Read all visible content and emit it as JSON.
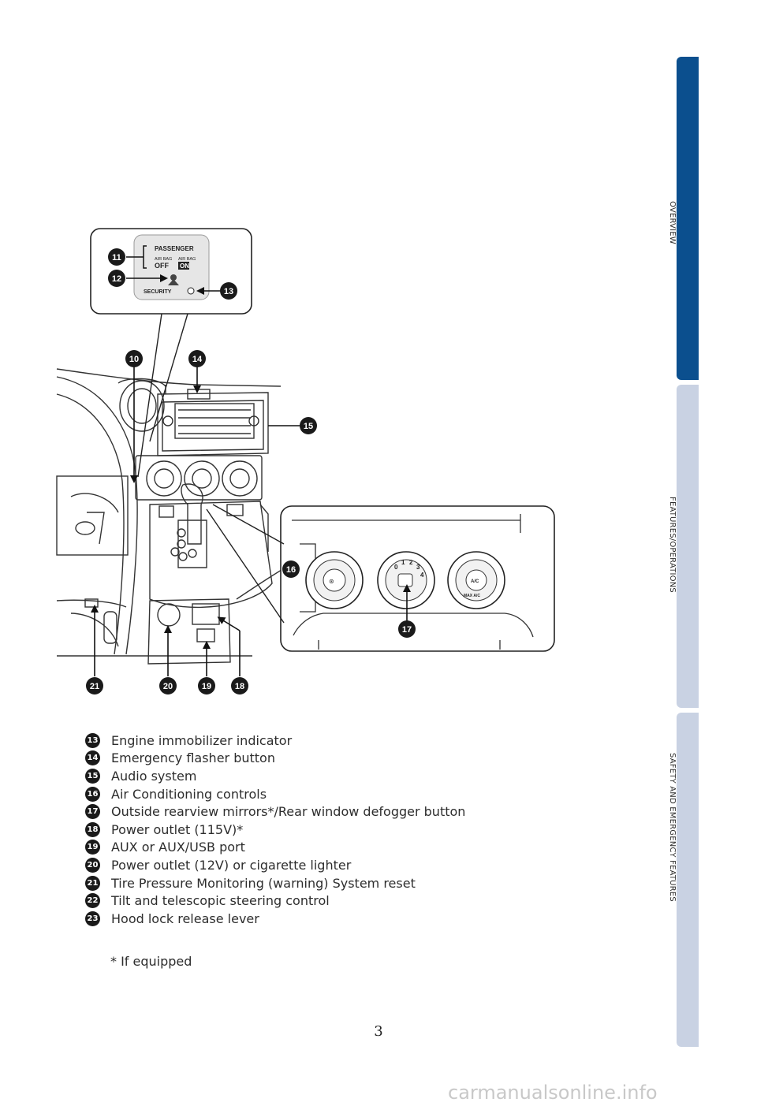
{
  "side_tabs": [
    {
      "label": "OVERVIEW",
      "active": true
    },
    {
      "label": "FEATURES/OPERATIONS",
      "active": false
    },
    {
      "label": "SAFETY AND EMERGENCY FEATURES",
      "active": false
    }
  ],
  "colors": {
    "active_tab": "#0b4f8e",
    "inactive_tab": "#c9d2e3",
    "callout": "#1a1a1a"
  },
  "diagram": {
    "inset_panel": {
      "passenger": "PASSENGER",
      "airbag_off_label": "AIR BAG",
      "airbag_off": "OFF",
      "airbag_on_label": "AIR BAG",
      "airbag_on": "ON",
      "security": "SECURITY"
    },
    "climate": {
      "ac": "A/C",
      "max_ac": "MAX A/C",
      "fan_speeds": [
        "0",
        "1",
        "2",
        "3",
        "4"
      ]
    },
    "callouts": {
      "c10": "10",
      "c11": "11",
      "c12": "12",
      "c13": "13",
      "c14": "14",
      "c15": "15",
      "c16": "16",
      "c17": "17",
      "c18": "18",
      "c19": "19",
      "c20": "20",
      "c21": "21"
    }
  },
  "legend": [
    {
      "num": "13",
      "text": "Engine immobilizer indicator"
    },
    {
      "num": "14",
      "text": "Emergency flasher button"
    },
    {
      "num": "15",
      "text": "Audio system"
    },
    {
      "num": "16",
      "text": "Air Conditioning controls"
    },
    {
      "num": "17",
      "text": "Outside rearview mirrors*/Rear window defogger button"
    },
    {
      "num": "18",
      "text": "Power outlet (115V)*"
    },
    {
      "num": "19",
      "text": "AUX or AUX/USB port"
    },
    {
      "num": "20",
      "text": "Power outlet (12V) or cigarette lighter"
    },
    {
      "num": "21",
      "text": "Tire Pressure Monitoring (warning) System reset"
    },
    {
      "num": "22",
      "text": "Tilt and telescopic steering control"
    },
    {
      "num": "23",
      "text": "Hood lock release lever"
    }
  ],
  "footnote": "* If equipped",
  "page_number": "3",
  "watermark": "carmanualsonline.info"
}
